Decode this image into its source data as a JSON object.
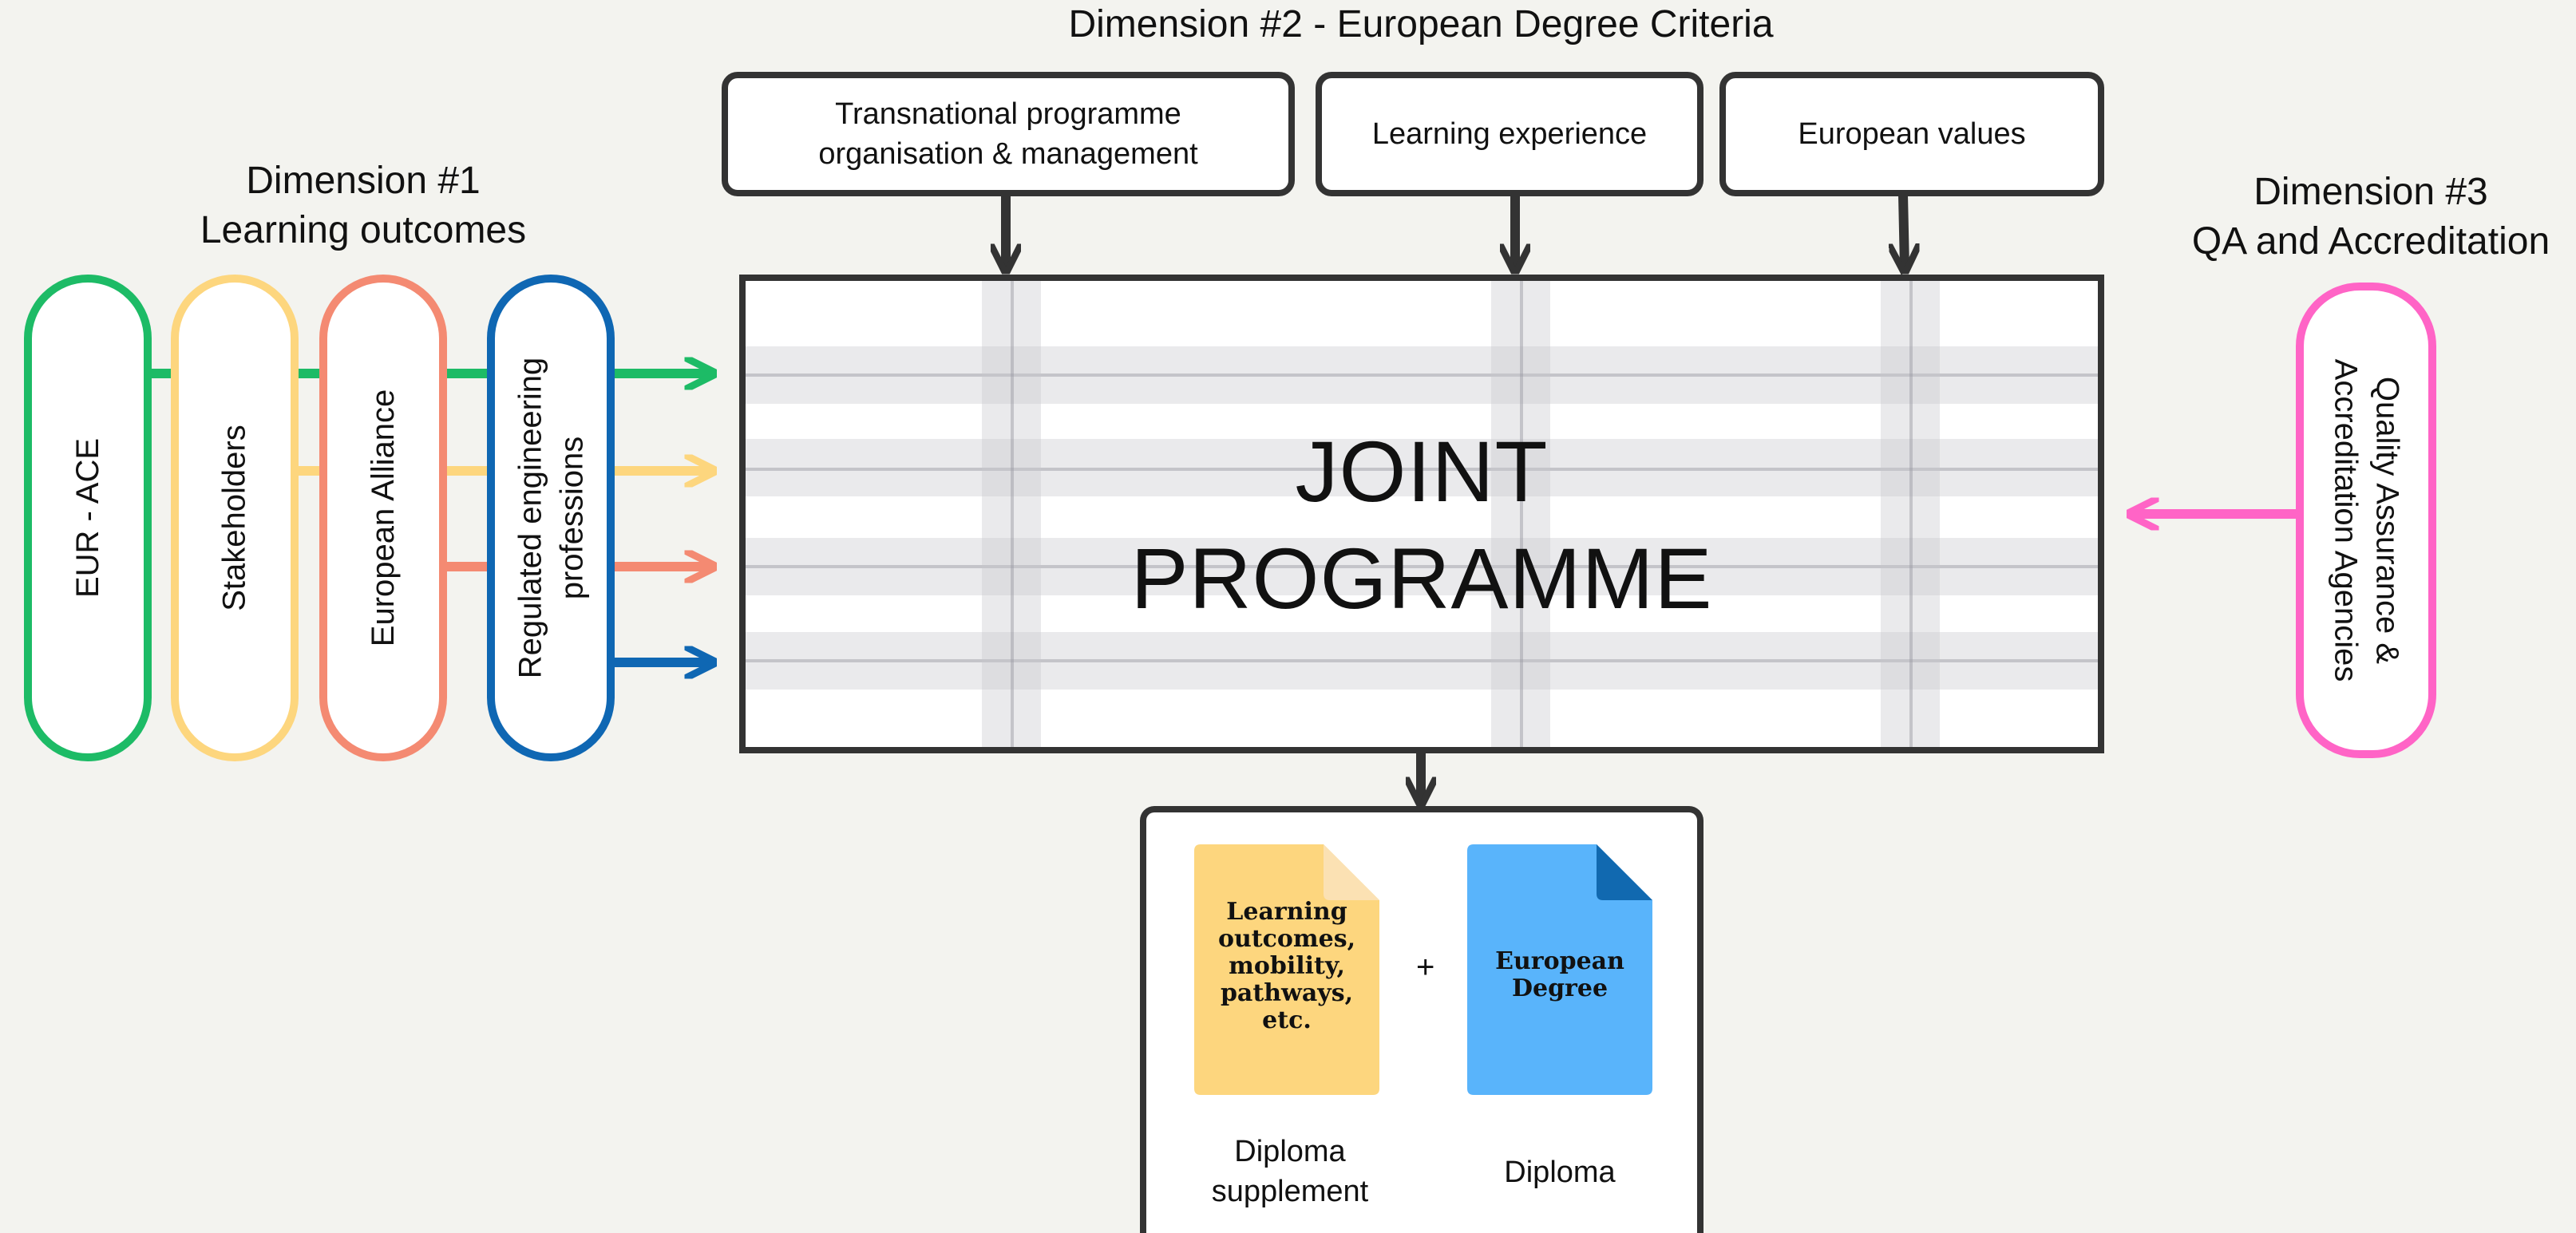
{
  "dimension2": {
    "title": "Dimension #2 - European Degree Criteria",
    "criteria": [
      {
        "line1": "Transnational programme",
        "line2": "organisation & management"
      },
      {
        "line1": "Learning experience",
        "line2": ""
      },
      {
        "line1": "European values",
        "line2": ""
      }
    ]
  },
  "dimension1": {
    "title_line1": "Dimension #1",
    "title_line2": "Learning outcomes",
    "pills": [
      {
        "line1": "EUR - ACE",
        "line2": "",
        "color": "#1dbb66"
      },
      {
        "line1": "Stakeholders",
        "line2": "",
        "color": "#fdd67e"
      },
      {
        "line1": "European Alliance",
        "line2": "",
        "color": "#f48a72"
      },
      {
        "line1": "Regulated engineering",
        "line2": "professions",
        "color": "#0f67b3"
      }
    ]
  },
  "dimension3": {
    "title_line1": "Dimension #3",
    "title_line2": "QA and Accreditation",
    "pill": {
      "line1": "Quality Assurance &",
      "line2": "Accreditation Agencies",
      "color": "#ff64c6"
    }
  },
  "joint_programme": {
    "line1": "JOINT",
    "line2": "PROGRAMME"
  },
  "output": {
    "doc1": {
      "lines": [
        "Learning",
        "outcomes,",
        "mobility,",
        "pathways,",
        "etc."
      ],
      "color": "#fdd67e",
      "fold_color": "#fbe1b3"
    },
    "plus": "+",
    "doc2": {
      "lines": [
        "European",
        "Degree"
      ],
      "color": "#59b4fb",
      "fold_color": "#1169b0"
    },
    "caption1": {
      "line1": "Diploma",
      "line2": "supplement"
    },
    "caption2": "Diploma"
  },
  "colors": {
    "box_border": "#333333",
    "background": "#f3f3ef"
  }
}
